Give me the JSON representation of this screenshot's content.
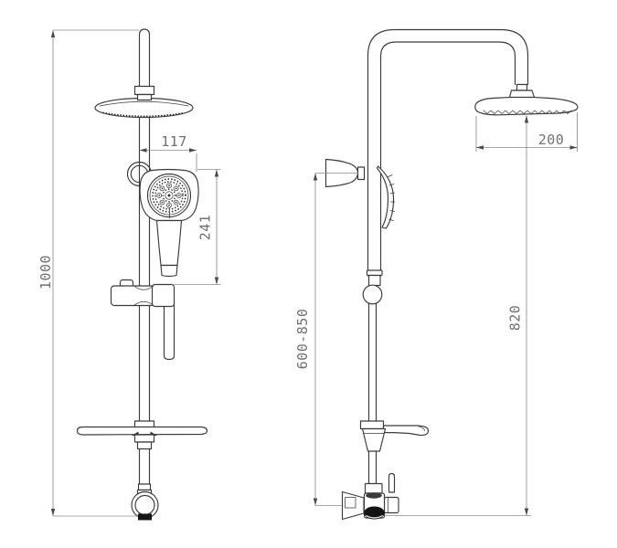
{
  "style": {
    "background": "#ffffff",
    "line_color": "#3a3a3a",
    "dim_line_color": "#8c8c8c",
    "dim_text_color": "#6f6f6f"
  },
  "front_view": {
    "dim_overall_height": "1000",
    "dim_hand_shower_width": "117",
    "dim_hand_shower_height": "241"
  },
  "side_view": {
    "dim_head_width": "200",
    "dim_riser_range": "600-850",
    "dim_column_height": "820"
  }
}
